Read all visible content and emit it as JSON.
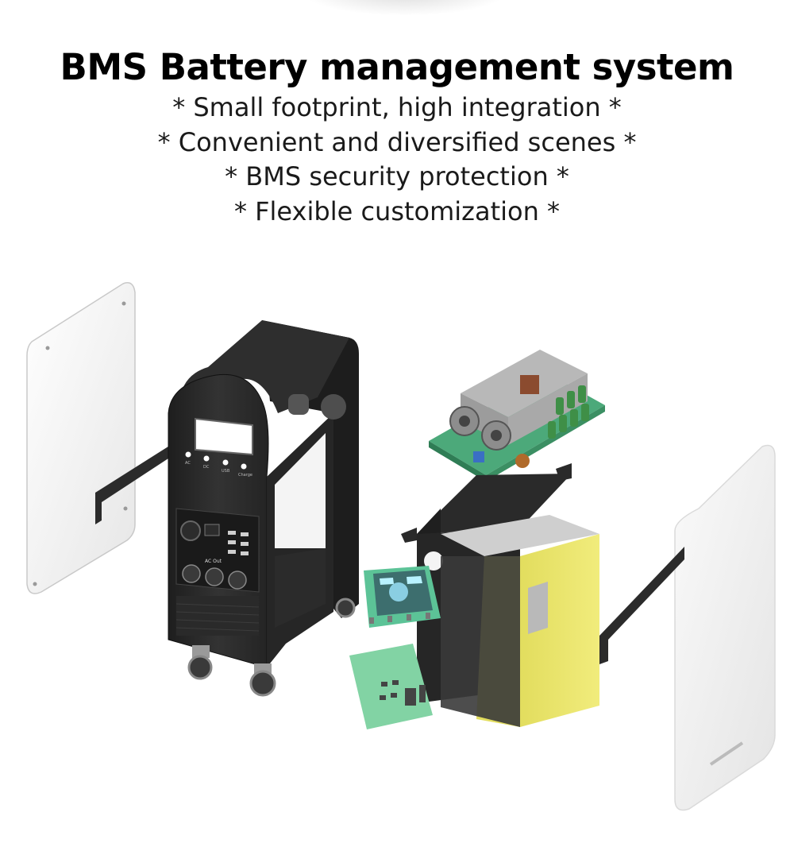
{
  "header": {
    "title": "BMS Battery management system"
  },
  "features": [
    "* Small footprint, high integration *",
    "* Convenient and diversified scenes *",
    "* BMS security protection *",
    "* Flexible customization *"
  ],
  "product": {
    "front_buttons": [
      "AC",
      "DC",
      "USB",
      "Charge"
    ],
    "panel_label": "AC Out",
    "colors": {
      "housing": "#2a2a2a",
      "battery": "#e9e46a",
      "pcb": "#4caa7c",
      "side_panel": "#f2f2f2"
    }
  }
}
